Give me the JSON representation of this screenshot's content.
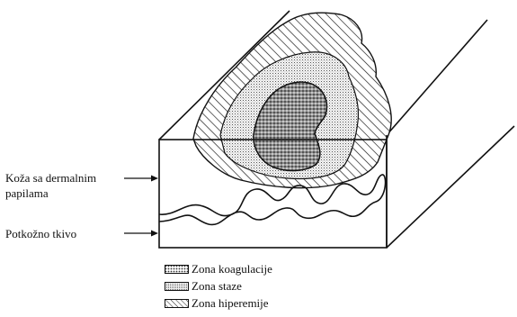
{
  "labels": {
    "skin_line1": "Koža sa dermalnim",
    "skin_line2": "papilama",
    "subcutaneous": "Potkožno tkivo"
  },
  "legend": [
    {
      "label": "Zona koagulacije",
      "pattern": "coagulation"
    },
    {
      "label": "Zona staze",
      "pattern": "stasis"
    },
    {
      "label": "Zona hiperemije",
      "pattern": "hyperemia"
    }
  ],
  "colors": {
    "ink": "#111111",
    "background": "#ffffff"
  }
}
